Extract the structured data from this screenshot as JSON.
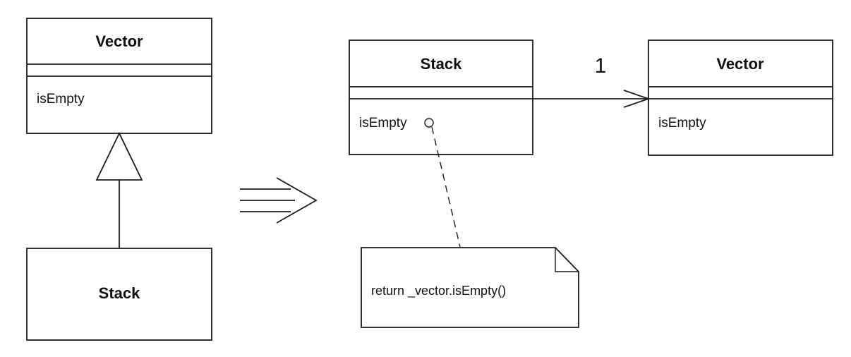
{
  "left": {
    "superclass": {
      "name": "Vector",
      "method": "isEmpty"
    },
    "subclass": {
      "name": "Stack"
    }
  },
  "right": {
    "stack": {
      "name": "Stack",
      "method": "isEmpty"
    },
    "vector": {
      "name": "Vector",
      "method": "isEmpty"
    },
    "association": {
      "multiplicity": "1"
    },
    "note": {
      "text": "return _vector.isEmpty()"
    }
  }
}
